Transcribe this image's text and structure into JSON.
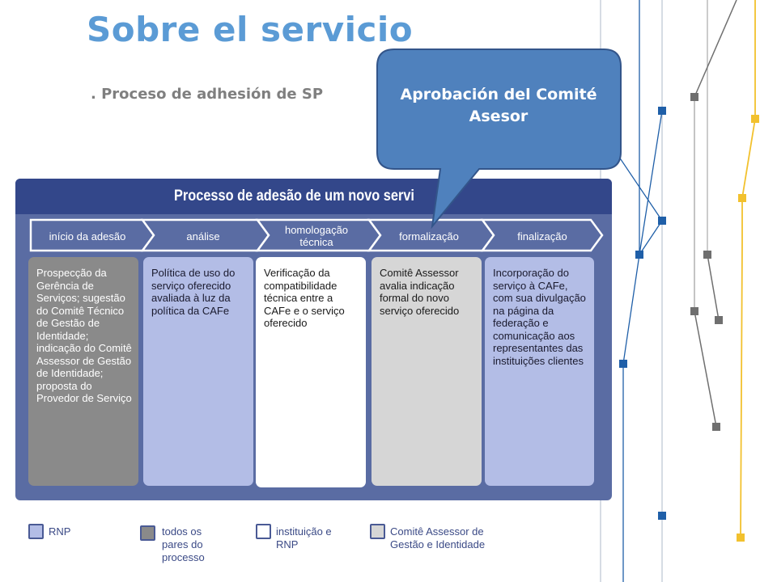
{
  "slide": {
    "title": "Sobre el servicio",
    "subtitle": ". Proceso de adhesión de SP"
  },
  "callout": {
    "text": "Aprobación del Comité Asesor"
  },
  "diagram": {
    "title": "Processo de adesão de um novo servi",
    "steps": [
      {
        "label": "início da adesão"
      },
      {
        "label": "análise"
      },
      {
        "label": "homologação técnica"
      },
      {
        "label": "formalização"
      },
      {
        "label": "finalização"
      }
    ],
    "columns": [
      {
        "text": "Prospecção da Gerência de Serviços; sugestão do Comitê Técnico de Gestão de Identidade; indicação do Comitê Assessor de Gestão de Identidade; proposta do Provedor de Serviço",
        "role": "todos os pares do processo"
      },
      {
        "text": "Política de uso do serviço oferecido avaliada à luz da política da CAFe",
        "role": "RNP"
      },
      {
        "text": "Verificação da compatibilidade técnica entre a CAFe e o serviço oferecido",
        "role": "instituição e RNP"
      },
      {
        "text": " Comitê Assessor avalia indicação formal do novo serviço oferecido",
        "role": "Comitê Assessor de Gestão e Identidade"
      },
      {
        "text": " Incorporação do serviço à CAFe, com sua divulgação na página da federação e comunicação aos representantes das instituições clientes",
        "role": "RNP"
      }
    ]
  },
  "legend": [
    {
      "label": "RNP",
      "color": "#b3bde6"
    },
    {
      "label": "todos os pares do processo",
      "color": "#8a8a8a"
    },
    {
      "label": "instituição e RNP",
      "color": "#ffffff"
    },
    {
      "label": "Comitê Assessor de Gestão e Identidade",
      "color": "#d6d6d6"
    }
  ],
  "colors": {
    "title": "#5b9bd5",
    "panel": "#5a6ca3",
    "panel_header": "#33478a",
    "callout": "#4f81bd",
    "deco_blue": "#1f5fa8",
    "deco_gray": "#6f6f6f",
    "deco_yellow": "#f2c12e"
  }
}
